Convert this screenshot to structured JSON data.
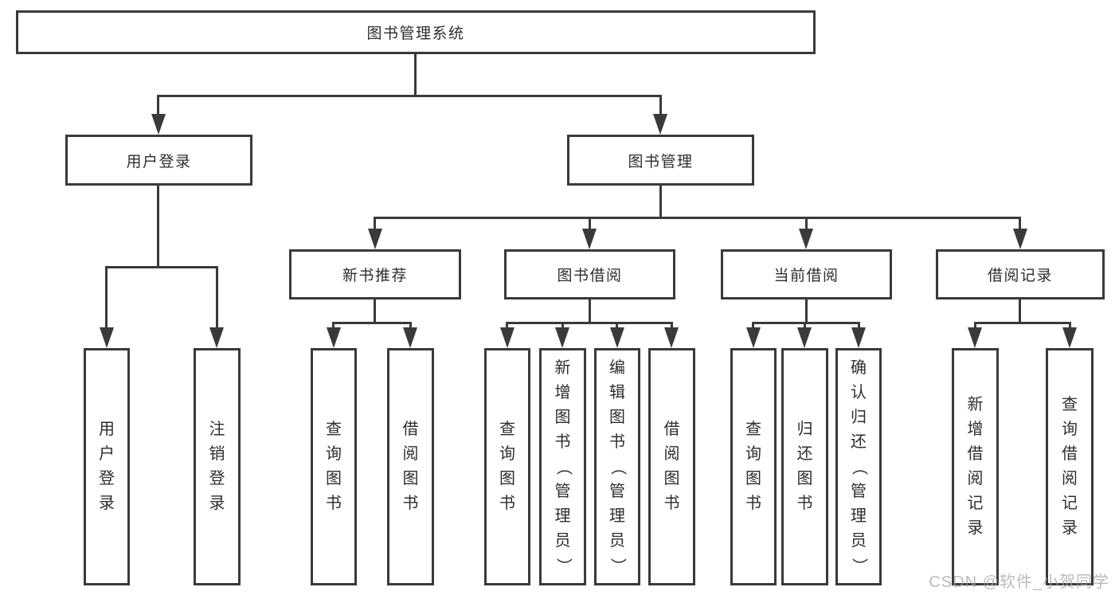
{
  "diagram_title": "图书管理系统",
  "nodes": {
    "root": "图书管理系统",
    "level2": {
      "user_login": "用户登录",
      "book_management": "图书管理"
    },
    "level3": {
      "new_book_recommend": "新书推荐",
      "book_borrow": "图书借阅",
      "current_borrow": "当前借阅",
      "borrow_records": "借阅记录"
    },
    "leaves": {
      "user_login": "用户登录",
      "logout": "注销登录",
      "rec_query_books": "查询图书",
      "rec_borrow_books": "借阅图书",
      "bb_query_books": "查询图书",
      "bb_add_books": "新增图书（管理员）",
      "bb_edit_books": "编辑图书（管理员）",
      "bb_borrow_books": "借阅图书",
      "cb_query_books": "查询图书",
      "cb_return_books": "归还图书",
      "cb_confirm_return": "确认归还（管理员）",
      "br_add_record": "新增借阅记录",
      "br_query_record": "查询借阅记录"
    }
  },
  "watermark": "CSDN @软件_小贺同学",
  "colors": {
    "line": "#3a3a3a",
    "text": "#2d2d2d",
    "watermark": "#a5a5a5",
    "background": "#ffffff"
  }
}
